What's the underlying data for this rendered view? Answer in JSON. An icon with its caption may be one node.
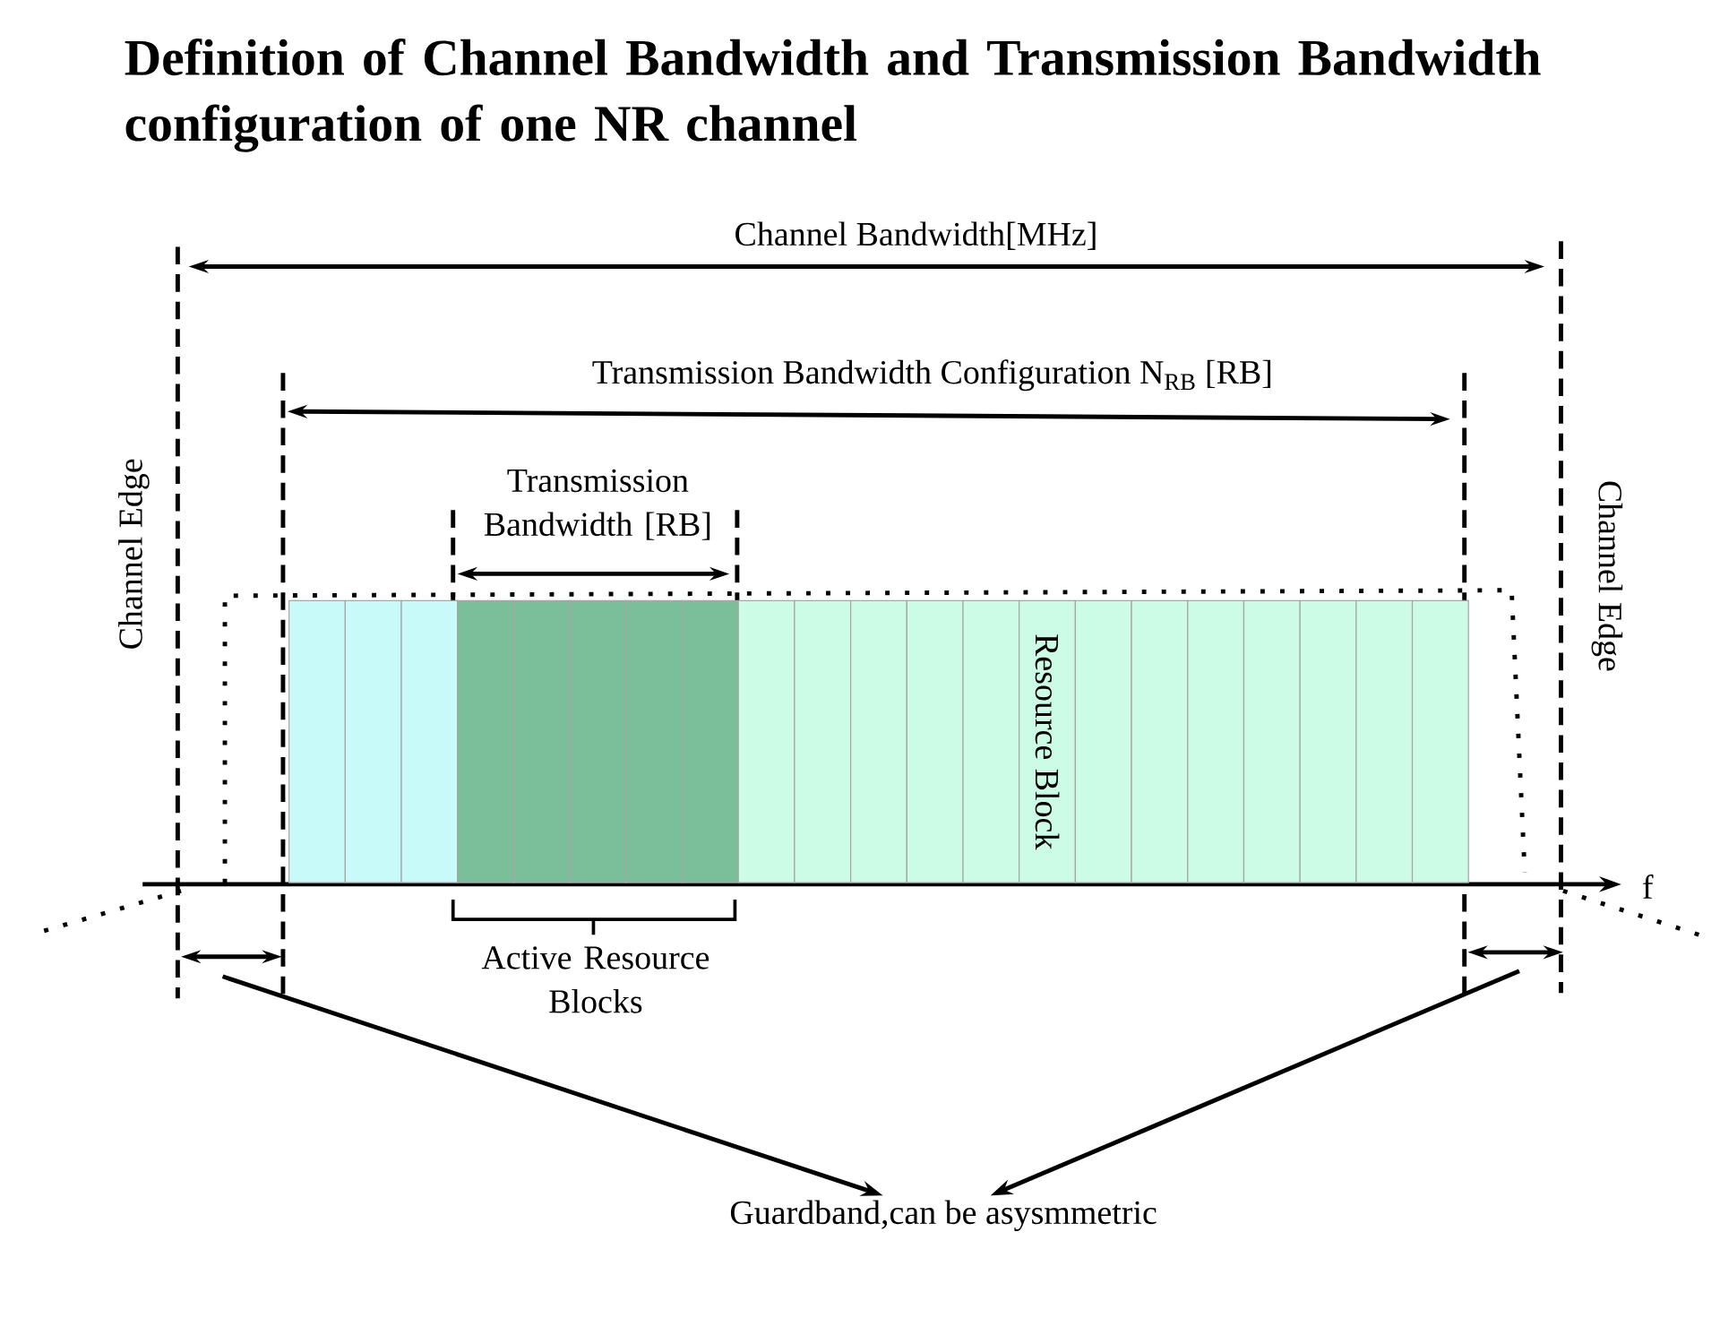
{
  "diagram": {
    "title": "Definition of Channel Bandwidth and Transmission Bandwidth configuration of one NR channel",
    "nodes": [
      {
        "text": [],
        "shape": "box"
      },
      {
        "text": [],
        "shape": "box"
      },
      {
        "text": [],
        "shape": "box"
      },
      {
        "text": [],
        "shape": "box"
      },
      {
        "text": [],
        "shape": "box"
      },
      {
        "text": [],
        "shape": "box"
      },
      {
        "text": [],
        "shape": "box"
      },
      {
        "text": [],
        "shape": "box"
      },
      {
        "text": [],
        "shape": "box"
      },
      {
        "text": [],
        "shape": "box"
      },
      {
        "text": [],
        "shape": "box"
      },
      {
        "text": [],
        "shape": "box"
      },
      {
        "text": [],
        "shape": "box"
      },
      {
        "text": [
          "Resource Block"
        ]
      },
      {
        "text": [],
        "shape": "box"
      },
      {
        "text": [],
        "shape": "box"
      },
      {
        "text": [],
        "shape": "box"
      },
      {
        "text": [],
        "shape": "box"
      },
      {
        "text": [],
        "shape": "box"
      },
      {
        "text": [],
        "shape": "box"
      },
      {
        "text": [],
        "shape": "box"
      },
      {
        "text": [
          "Guardband,can be asysmmetric"
        ]
      }
    ],
    "edges": [
      {
        "from": null,
        "to": 21,
        "arrow": "to"
      },
      {
        "from": null,
        "to": 21,
        "arrow": "to"
      }
    ],
    "labels": [
      "Channel Bandwidth[MHz]",
      "Transmission Bandwidth Configuration N$_{RB}$ [RB]",
      "Channel Edge",
      "Transmission Bandwidth [RB]",
      "Channel Edge",
      "f",
      "Active Resource Blocks"
    ]
  }
}
